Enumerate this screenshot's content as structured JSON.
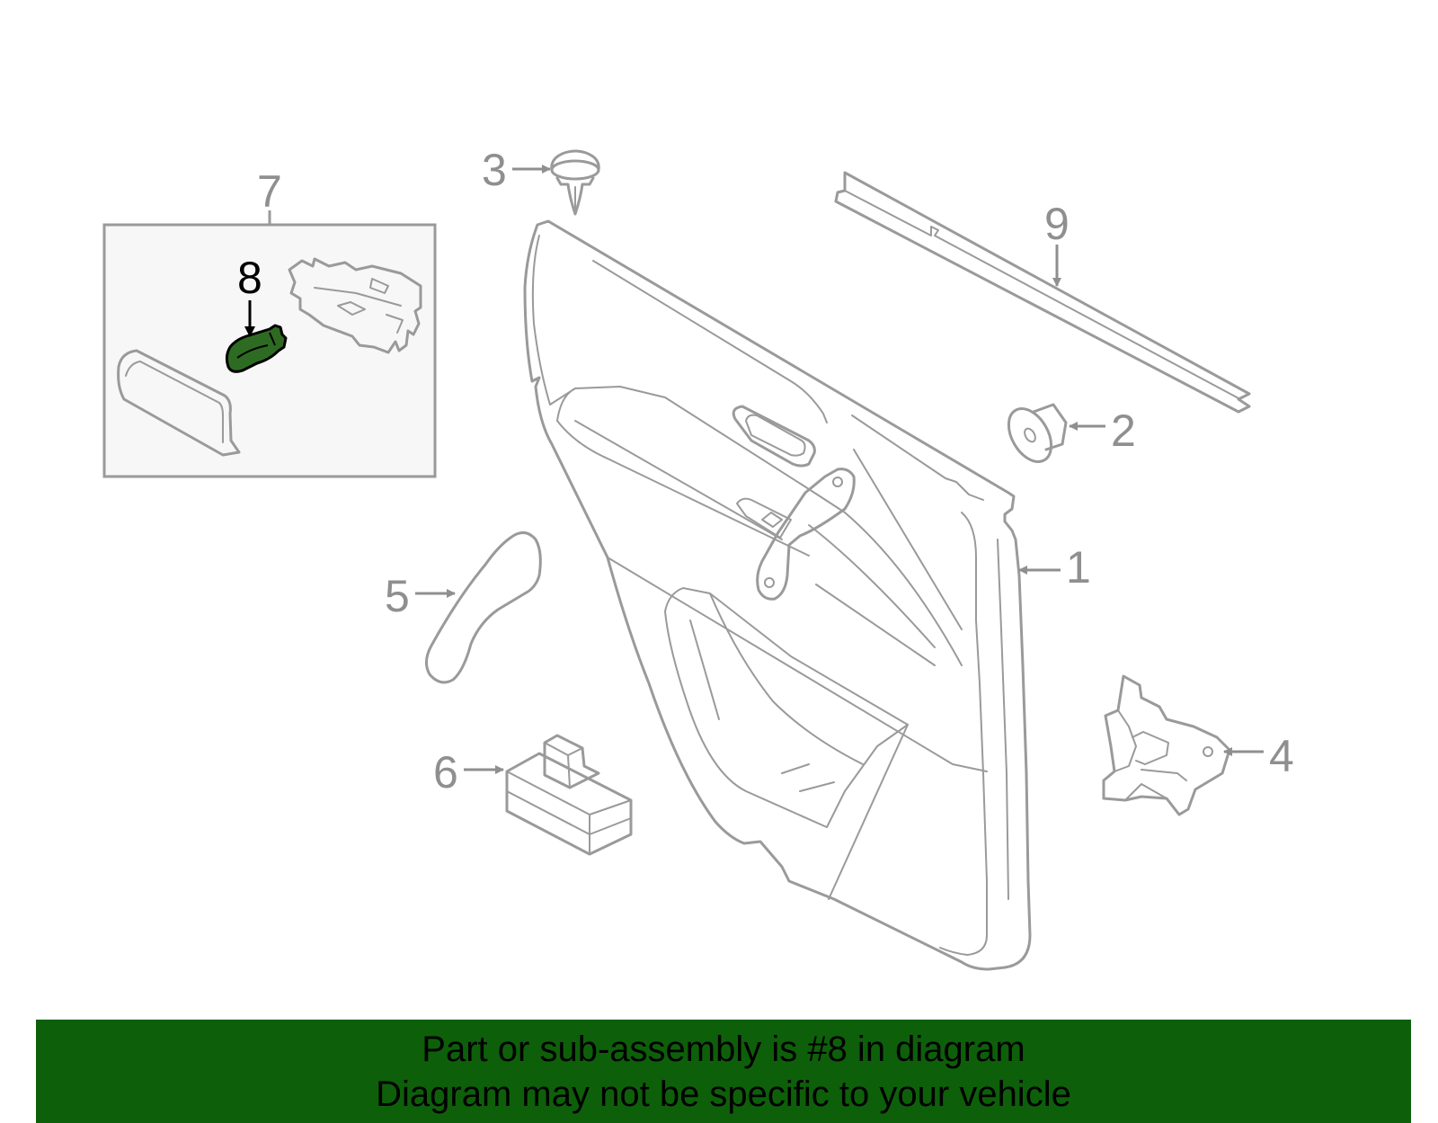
{
  "banner": {
    "line1": "Part or sub-assembly is #8 in diagram",
    "line2": "Diagram may not be specific to your vehicle",
    "background_color": "#0e5f0a",
    "text_color": "#000000"
  },
  "diagram": {
    "highlight_color": "#2e6b22",
    "line_color": "#9a9a9a",
    "callouts": {
      "c1": "1",
      "c2": "2",
      "c3": "3",
      "c4": "4",
      "c5": "5",
      "c6": "6",
      "c7": "7",
      "c8": "8",
      "c9": "9"
    }
  }
}
